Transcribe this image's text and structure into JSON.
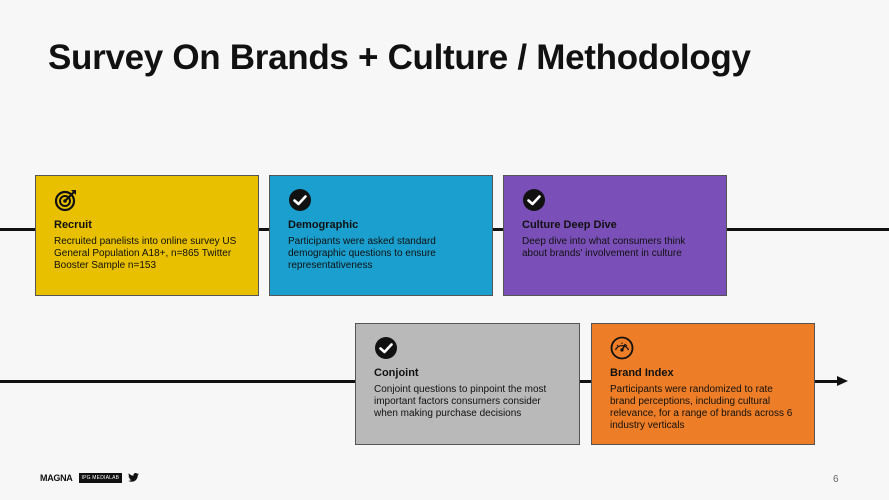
{
  "slide": {
    "title": "Survey On Brands + Culture / Methodology",
    "page_number": "6"
  },
  "cards": {
    "recruit": {
      "icon": "target-icon",
      "heading": "Recruit",
      "body": "Recruited panelists into online survey US General Population A18+, n=865 Twitter Booster Sample n=153",
      "color": "#e8c000"
    },
    "demographic": {
      "icon": "check-circle-icon",
      "heading": "Demographic",
      "body": "Participants were asked standard demographic questions to ensure representativeness",
      "color": "#1b9fce"
    },
    "culture": {
      "icon": "check-circle-icon",
      "heading": "Culture Deep Dive",
      "body": "Deep dive into what consumers think about brands' involvement in culture",
      "color": "#7a50b8"
    },
    "conjoint": {
      "icon": "check-circle-icon",
      "heading": "Conjoint",
      "body": "Conjoint questions to pinpoint the most important factors consumers consider when making purchase decisions",
      "color": "#b9b9b9"
    },
    "brand_index": {
      "icon": "gauge-icon",
      "heading": "Brand Index",
      "body": "Participants were randomized to rate brand perceptions, including cultural relevance, for a range of brands across 6 industry verticals",
      "color": "#ed7d26"
    }
  },
  "footer": {
    "magna_logo": "MAGNA",
    "ipg_badge": "IPG MEDIALAB",
    "twitter_icon": "twitter-bird-icon"
  }
}
